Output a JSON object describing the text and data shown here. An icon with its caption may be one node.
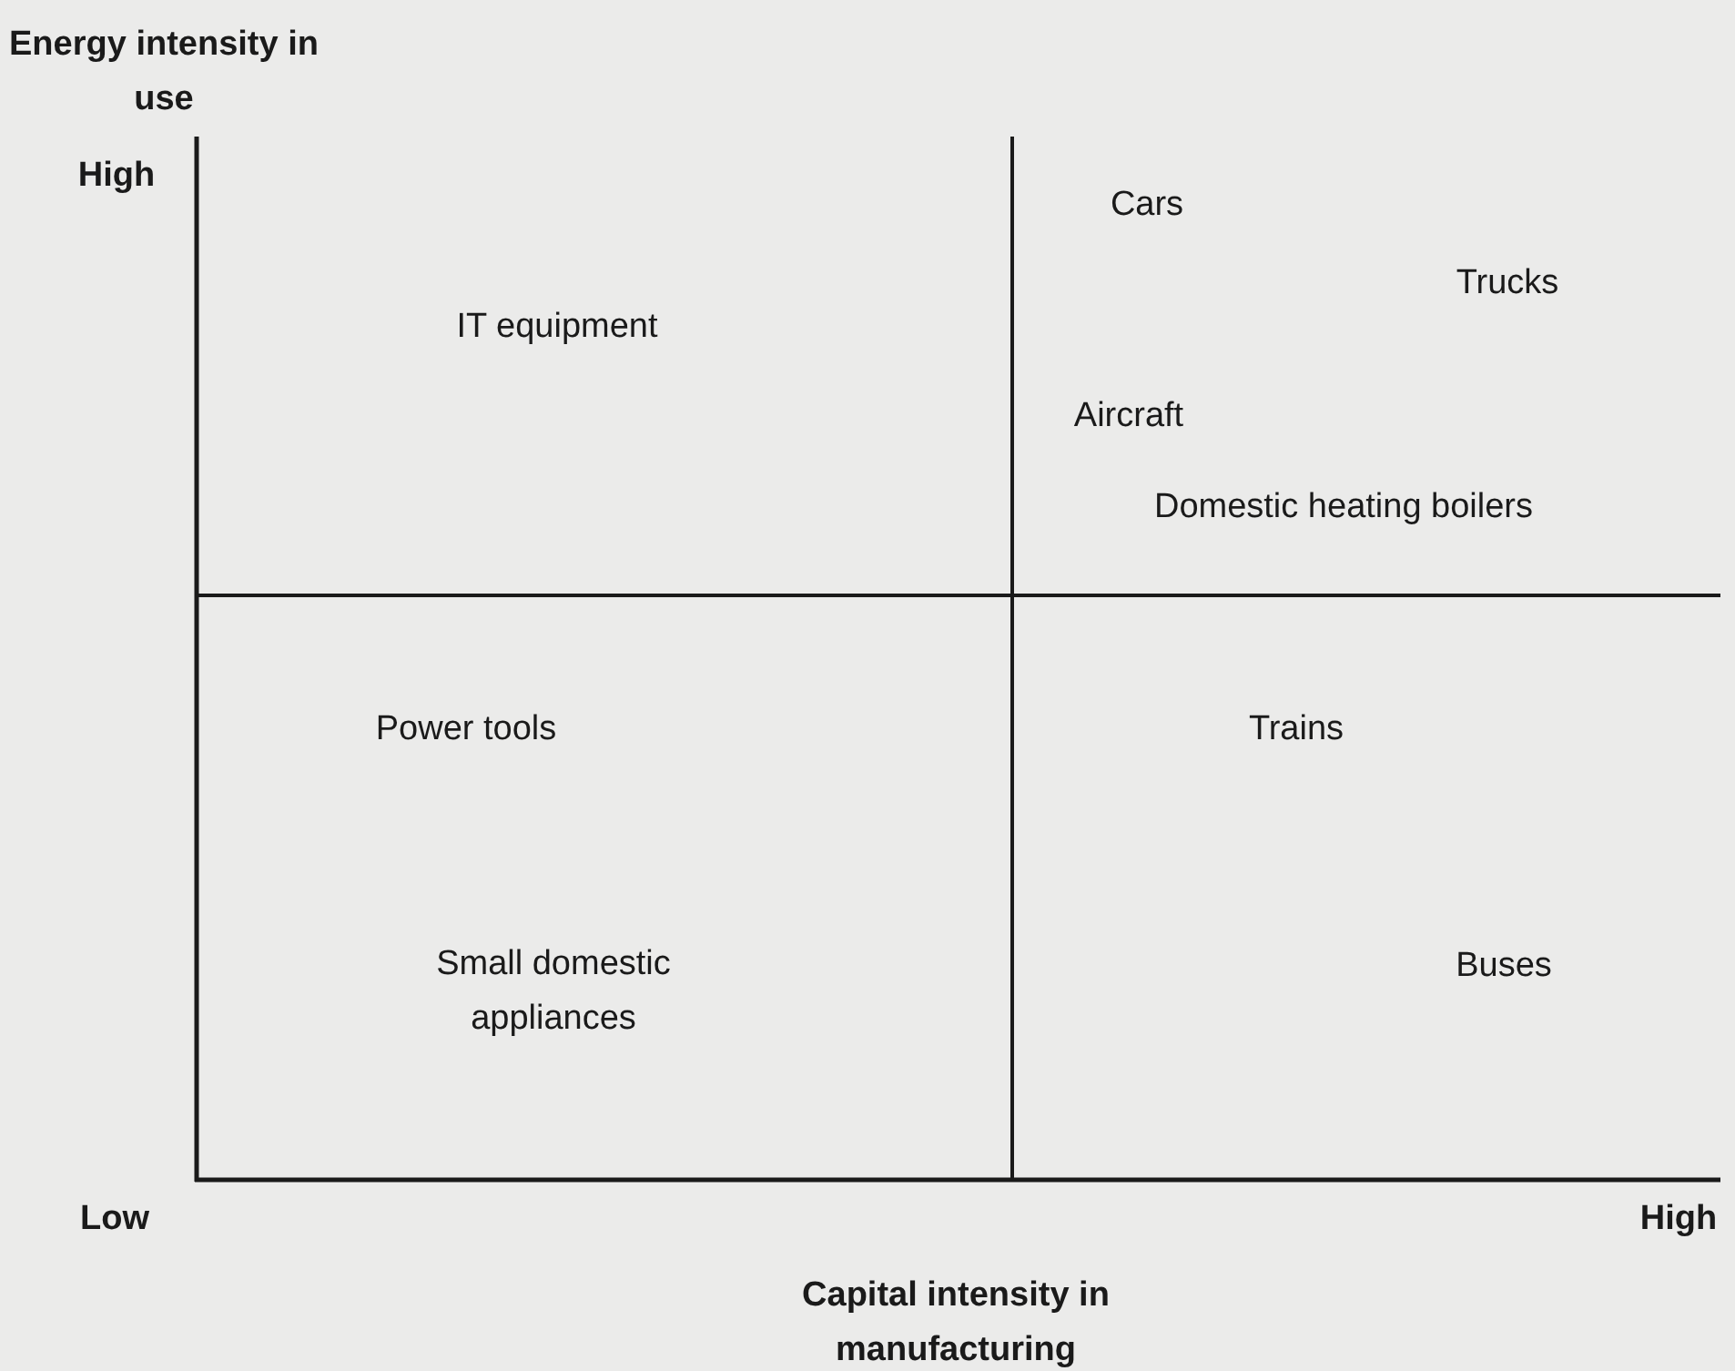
{
  "diagram": {
    "labels": [
      "Energy intensity in use",
      "High",
      "Cars",
      "Trucks",
      "IT equipment",
      "Aircraft",
      "Domestic heating boilers",
      "Power tools",
      "Trains",
      "Small domestic appliances",
      "Buses",
      "Low",
      "High",
      "Capital intensity in manufacturing"
    ]
  }
}
